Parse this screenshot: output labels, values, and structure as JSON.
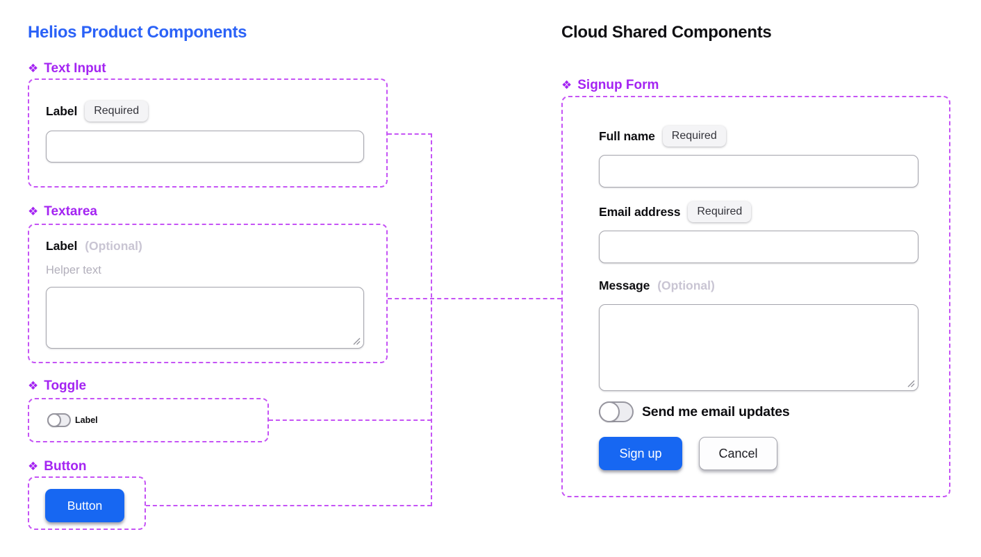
{
  "palette": {
    "title_blue": "#2b62f7",
    "heading_purple": "#a424f2",
    "dashed_line_purple": "#c553f5",
    "button_blue": "#1767f2"
  },
  "icons": {
    "component": "❖"
  },
  "left": {
    "title": "Helios Product Components",
    "text_input": {
      "heading": "Text Input",
      "label": "Label",
      "badge": "Required"
    },
    "textarea": {
      "heading": "Textarea",
      "label": "Label",
      "optional": "(Optional)",
      "helper": "Helper text"
    },
    "toggle": {
      "heading": "Toggle",
      "label": "Label"
    },
    "button": {
      "heading": "Button",
      "label": "Button"
    }
  },
  "right": {
    "title": "Cloud Shared Components",
    "signup": {
      "heading": "Signup Form",
      "full_name_label": "Full name",
      "full_name_badge": "Required",
      "email_label": "Email address",
      "email_badge": "Required",
      "message_label": "Message",
      "message_optional": "(Optional)",
      "toggle_label": "Send me email updates",
      "signup_button": "Sign up",
      "cancel_button": "Cancel"
    }
  }
}
